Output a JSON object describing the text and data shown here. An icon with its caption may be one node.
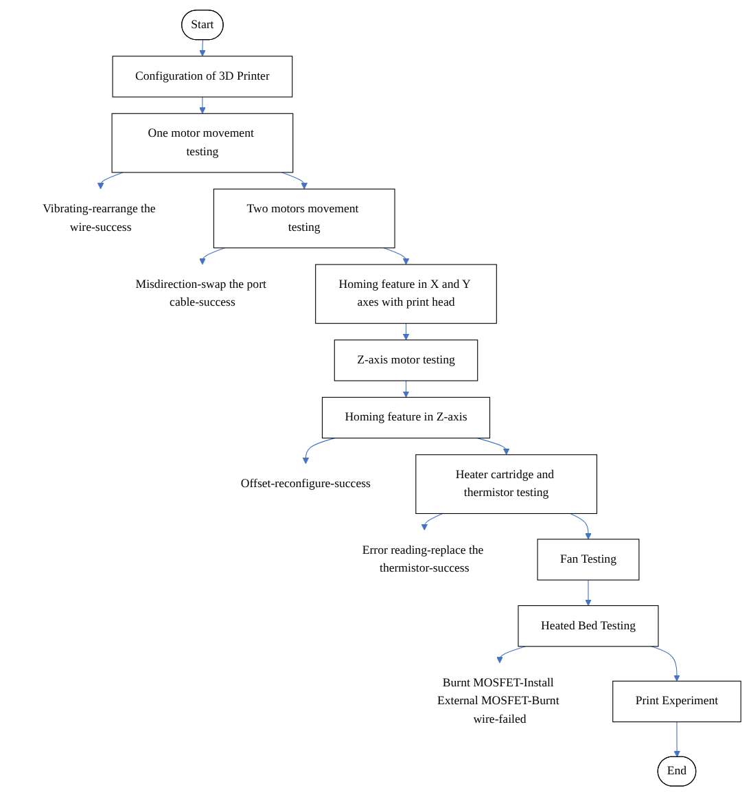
{
  "diagram": {
    "nodes": [
      {
        "text": [
          "Start"
        ]
      },
      {
        "text": [
          "Configuration of 3D Printer"
        ]
      },
      {
        "text": [
          "One motor movement testing"
        ]
      },
      {
        "text": [
          "Vibrating-rearrange the wire-success"
        ]
      },
      {
        "text": [
          "Two motors movement testing"
        ]
      },
      {
        "text": [
          "Misdirection-swap the port cable-success"
        ]
      },
      {
        "text": [
          "Homing feature in X and Y axes with print head"
        ]
      },
      {
        "text": [
          "Z-axis motor testing"
        ]
      },
      {
        "text": [
          "Homing feature in Z-axis"
        ]
      },
      {
        "text": [
          "Offset-reconfigure-success"
        ]
      },
      {
        "text": [
          "Heater cartridge and thermistor testing"
        ]
      },
      {
        "text": [
          "Error reading-replace the thermistor-success"
        ]
      },
      {
        "text": [
          "Fan Testing"
        ]
      },
      {
        "text": [
          "Heated Bed Testing"
        ]
      },
      {
        "text": [
          "Burnt MOSFET-Install External MOSFET-Burnt wire-failed"
        ]
      },
      {
        "text": [
          "Print Experiment"
        ]
      },
      {
        "text": [
          "End"
        ]
      }
    ],
    "edges": [
      {
        "from": 0,
        "to": 1,
        "arrow": "to"
      },
      {
        "from": 1,
        "to": 2,
        "arrow": "to"
      },
      {
        "from": 2,
        "to": 3,
        "arrow": "to"
      },
      {
        "from": 2,
        "to": 4,
        "arrow": "to"
      },
      {
        "from": 4,
        "to": 5,
        "arrow": "to"
      },
      {
        "from": 4,
        "to": 6,
        "arrow": "to"
      },
      {
        "from": 6,
        "to": 7,
        "arrow": "to"
      },
      {
        "from": 7,
        "to": 8,
        "arrow": "to"
      },
      {
        "from": 8,
        "to": 9,
        "arrow": "to"
      },
      {
        "from": 8,
        "to": 10,
        "arrow": "to"
      },
      {
        "from": 10,
        "to": 11,
        "arrow": "to"
      },
      {
        "from": 10,
        "to": 12,
        "arrow": "to"
      },
      {
        "from": 12,
        "to": 13,
        "arrow": "to"
      },
      {
        "from": 13,
        "to": 14,
        "arrow": "to"
      },
      {
        "from": 13,
        "to": 15,
        "arrow": "to"
      },
      {
        "from": 15,
        "to": 16,
        "arrow": "to"
      }
    ]
  }
}
